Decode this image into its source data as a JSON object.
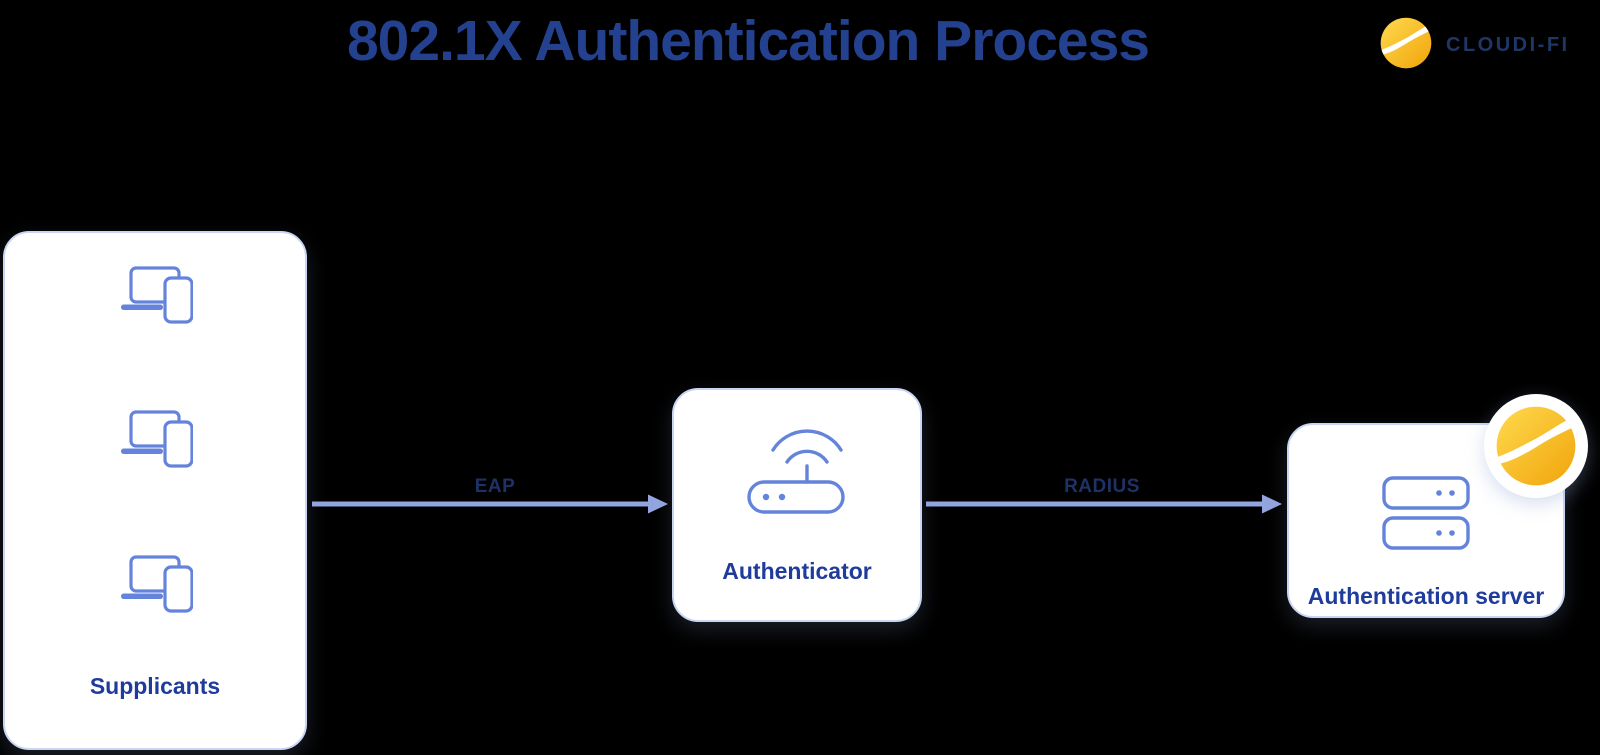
{
  "page": {
    "background": "#000000"
  },
  "title": {
    "text": "802.1X Authentication Process",
    "color": "#24418F"
  },
  "brand": {
    "name": "CLOUDI-FI",
    "icon": "cloudifi-logo-icon",
    "text_color": "#1E3766",
    "logo_gradient": [
      "#FFDA4F",
      "#F0A40A"
    ]
  },
  "nodes": {
    "supplicants": {
      "label": "Supplicants",
      "icon": "laptop-phone-icon",
      "device_count": 3
    },
    "authenticator": {
      "label": "Authenticator",
      "icon": "wireless-access-point-icon"
    },
    "auth_server": {
      "label": "Authentication server",
      "icon": "server-stack-icon",
      "badge": "cloudifi-logo-badge"
    }
  },
  "edges": {
    "eap": {
      "label": "EAP",
      "from": "supplicants",
      "to": "authenticator"
    },
    "radius": {
      "label": "RADIUS",
      "from": "authenticator",
      "to": "auth_server"
    }
  },
  "colors": {
    "card_bg": "#FFFFFF",
    "card_border": "#C9D5F3",
    "icon_stroke": "#6484DC",
    "arrow": "#92A5DF",
    "node_label": "#1F3C9C",
    "edge_label": "#1E3265"
  }
}
